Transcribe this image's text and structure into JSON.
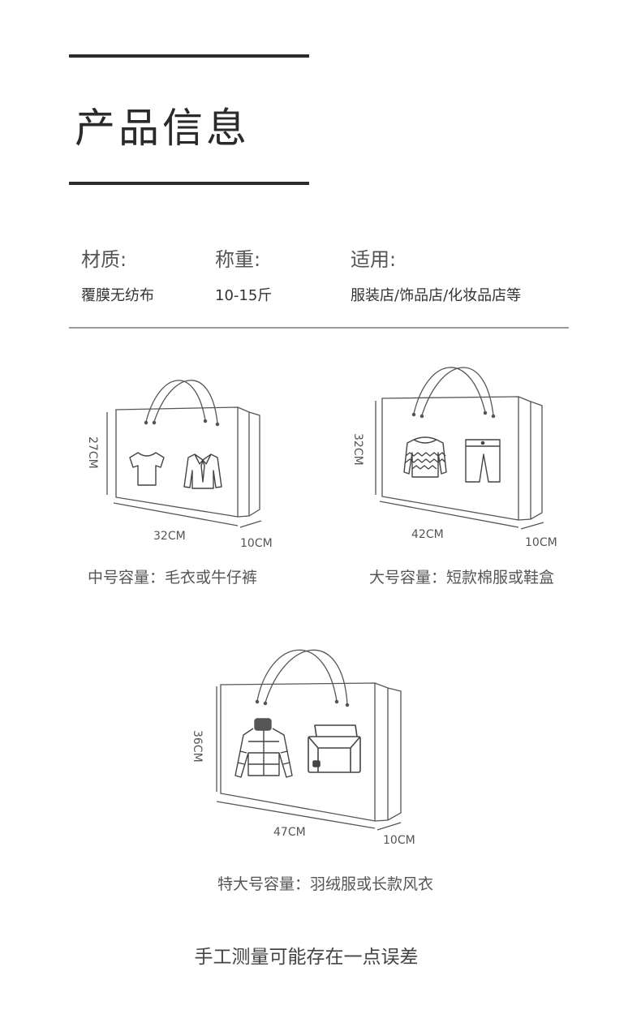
{
  "header": {
    "title": "产品信息"
  },
  "specs": [
    {
      "label": "材质:",
      "value": "覆膜无纺布"
    },
    {
      "label": "称重:",
      "value": "10-15斤"
    },
    {
      "label": "适用:",
      "value": "服装店/饰品店/化妆品店等"
    }
  ],
  "bags": [
    {
      "height": "27CM",
      "width": "32CM",
      "depth": "10CM",
      "caption": "中号容量：毛衣或牛仔裤",
      "icons": [
        "t-shirt-icon",
        "shirt-with-tie-icon"
      ]
    },
    {
      "height": "32CM",
      "width": "42CM",
      "depth": "10CM",
      "caption": "大号容量：短款棉服或鞋盒",
      "icons": [
        "sweater-icon",
        "shorts-icon"
      ]
    },
    {
      "height": "36CM",
      "width": "47CM",
      "depth": "10CM",
      "caption": "特大号容量：羽绒服或长款风衣",
      "icons": [
        "down-jacket-icon",
        "shoe-box-icon"
      ]
    }
  ],
  "footer": {
    "note": "手工测量可能存在一点误差"
  },
  "colors": {
    "text": "#333333",
    "line": "#555555",
    "rule": "#2b2b2b"
  }
}
